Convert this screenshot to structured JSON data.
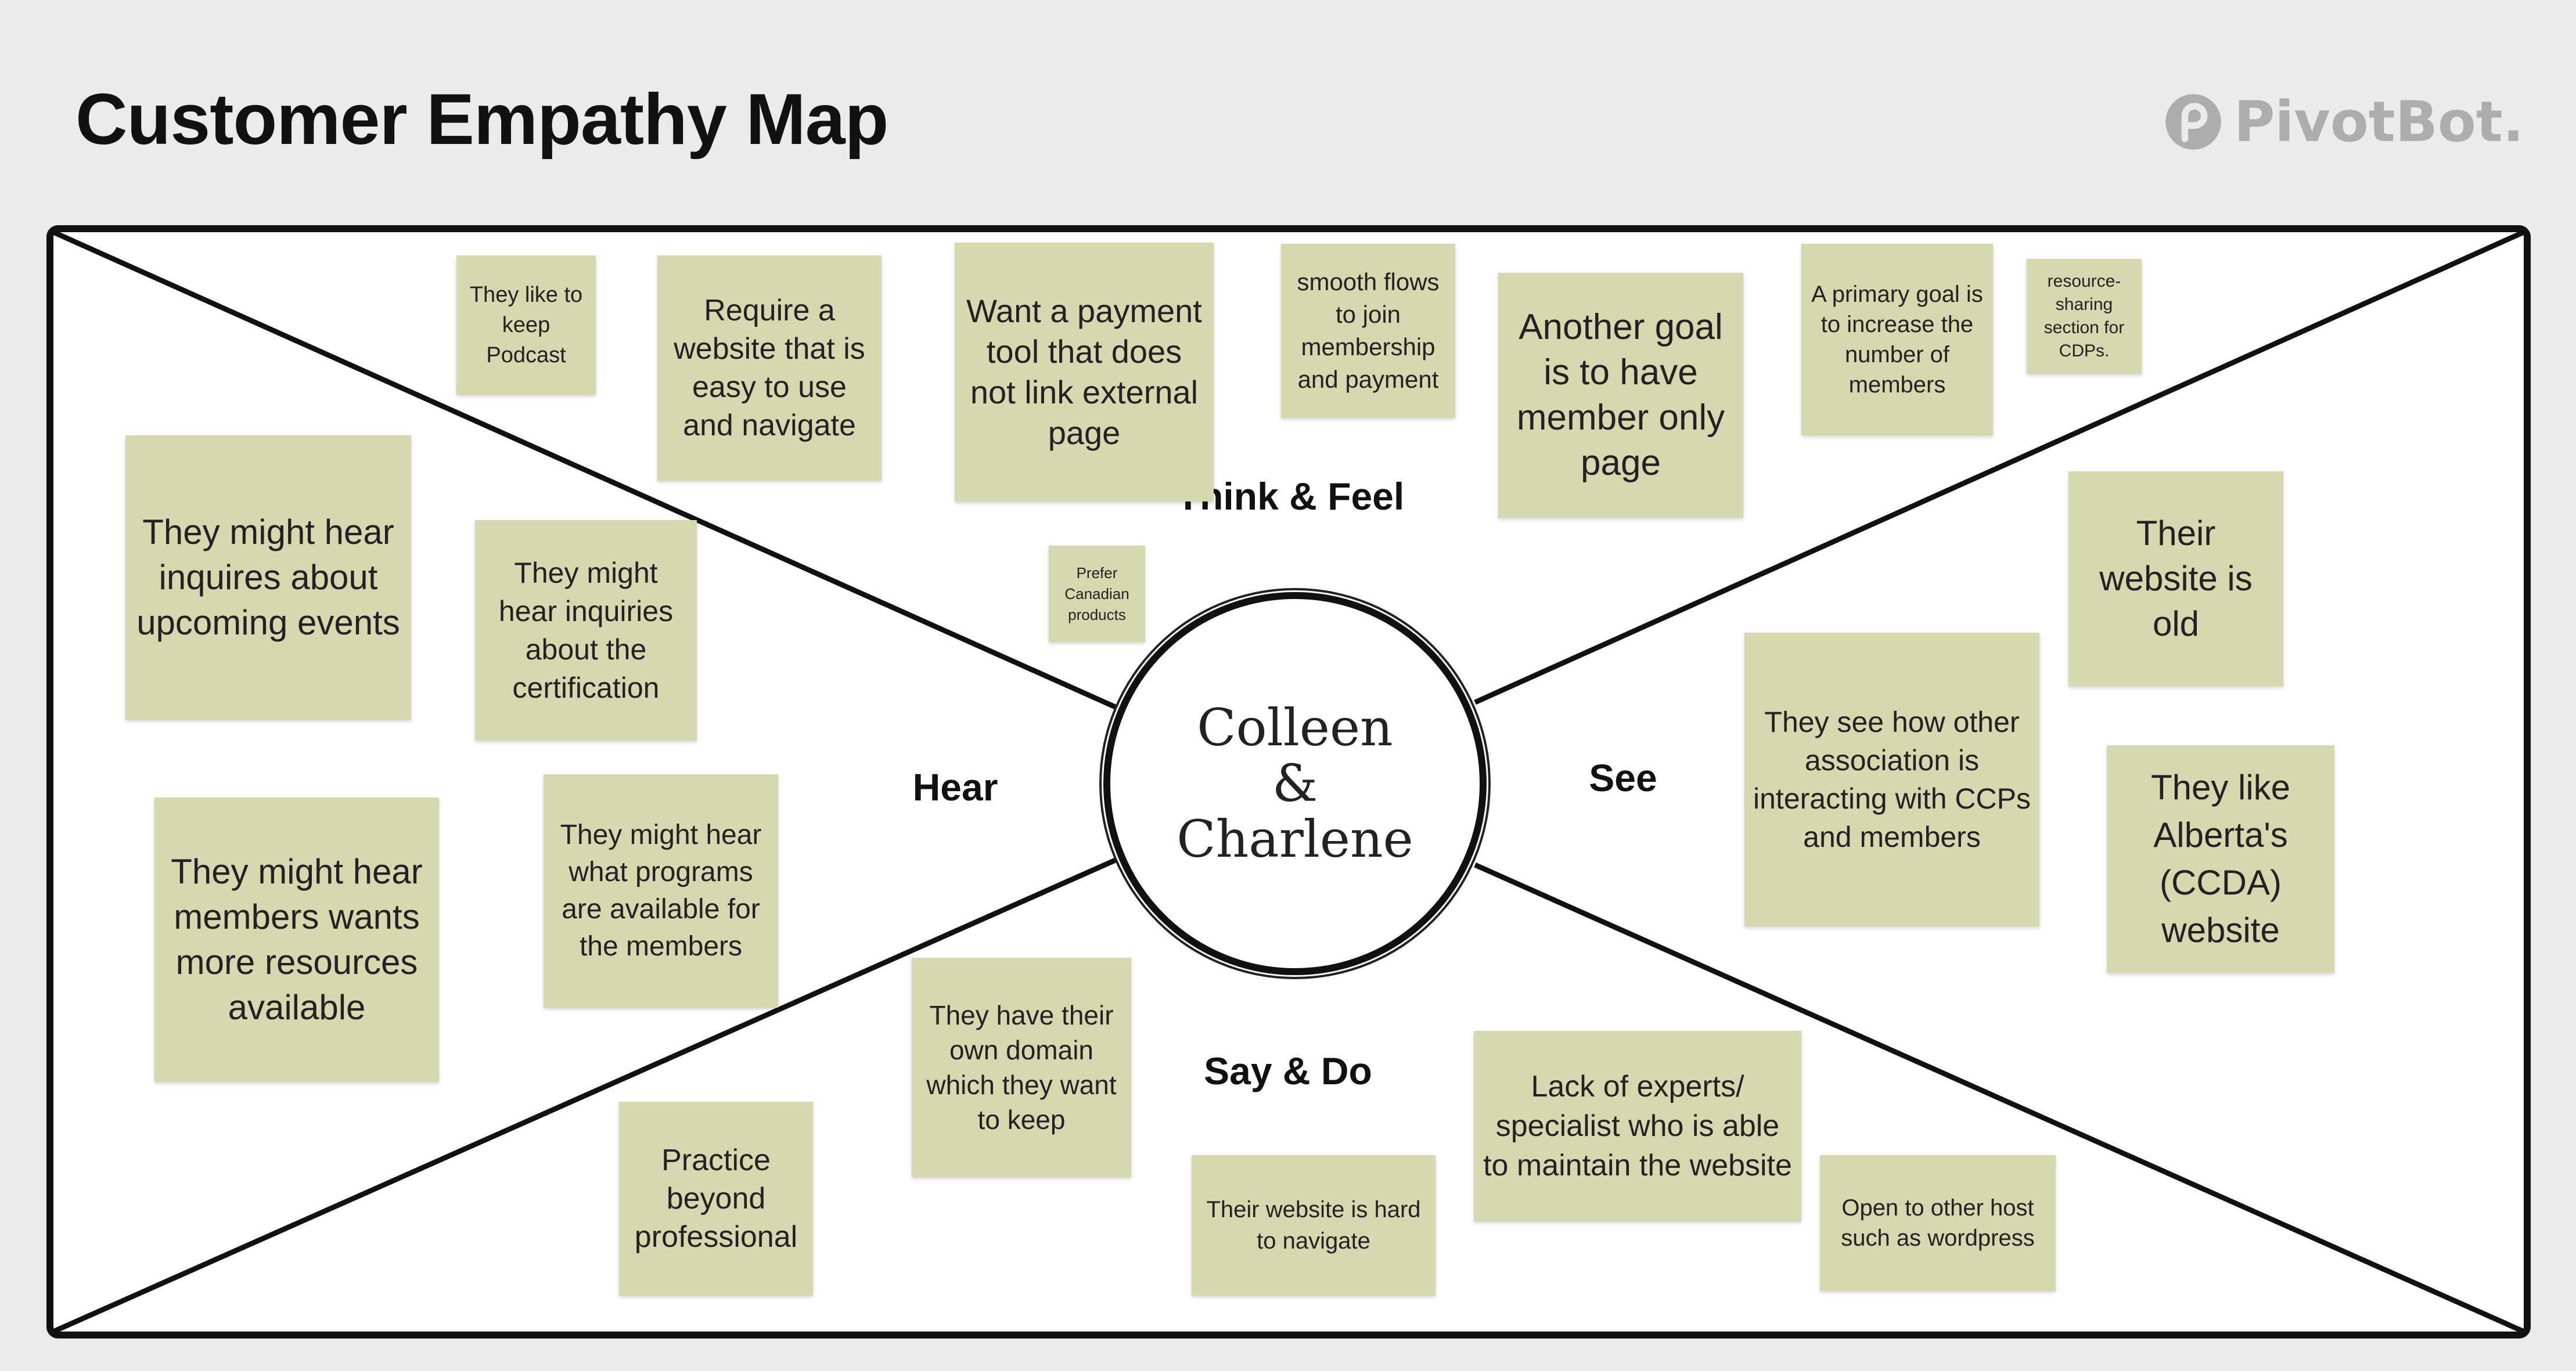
{
  "header": {
    "title": "Customer Empathy Map",
    "brand_name": "PivotBot.",
    "brand_color": "#adadad"
  },
  "map": {
    "persona": "Colleen\n&\nCharlene",
    "quadrants": {
      "think_feel": "Think & Feel",
      "hear": "Hear",
      "see": "See",
      "say_do": "Say & Do"
    },
    "sticky_color": "#d6d8b0",
    "stickies": {
      "podcast": "They like to keep Podcast",
      "easy_website": "Require a website that is easy to use and navigate",
      "payment_tool": "Want a payment tool that does not link external page",
      "smooth_flows": "smooth flows to join membership and payment",
      "member_only_page": "Another goal is to have member only page",
      "increase_members": "A primary goal is to increase the number of members",
      "resource_sharing": "resource-sharing section for CDPs.",
      "canadian_products": "Prefer Canadian products",
      "hear_events": "They might hear inquires about upcoming events",
      "hear_certification": "They might hear inquiries about the certification",
      "hear_more_resources": "They might hear members wants more resources available",
      "hear_programs": "They might hear what programs are available for the members",
      "website_old": "Their website is old",
      "see_other_association": "They see how other association is interacting with CCPs and members",
      "like_alberta": "They like Alberta's (CCDA) website",
      "own_domain": "They have their own domain which they want to keep",
      "practice_beyond": "Practice beyond professional",
      "hard_to_navigate": "Their website is hard to navigate",
      "lack_of_experts": "Lack of experts/ specialist who is able to maintain the website",
      "other_host": "Open to other host such as wordpress"
    }
  }
}
